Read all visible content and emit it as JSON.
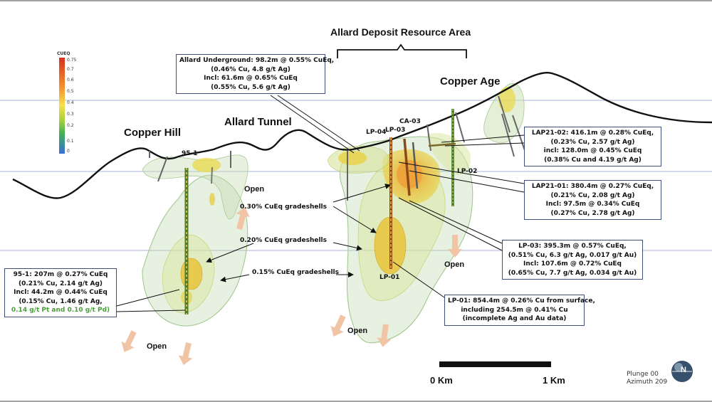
{
  "title": "Allard Deposit Resource Area",
  "places": {
    "copper_hill": "Copper Hill",
    "allard_tunnel": "Allard Tunnel",
    "copper_age": "Copper Age"
  },
  "legend": {
    "title": "CUEQ",
    "ticks": [
      "0.75",
      "0.7",
      "0.6",
      "0.5",
      "0.4",
      "0.3",
      "0.2",
      "0.1",
      "0"
    ]
  },
  "drillholes": {
    "h95_1": "95-1",
    "lp04": "LP-04",
    "lp03": "LP-03",
    "ca03": "CA-03",
    "lp02": "LP-02",
    "lp01": "LP-01"
  },
  "gradeshells": {
    "g030": "0.30% CuEq gradeshells",
    "g020": "0.20% CuEq gradeshells",
    "g015": "0.15% CuEq gradeshells"
  },
  "open_label": "Open",
  "boxes": {
    "allard_ug": [
      "Allard Underground: 98.2m @ 0.55% CuEq,",
      "(0.46% Cu, 4.8 g/t Ag)",
      "Incl: 61.6m @ 0.65% CuEq",
      "(0.55% Cu, 5.6 g/t Ag)"
    ],
    "lap21_02": [
      "LAP21-02: 416.1m @ 0.28% CuEq,",
      "(0.23% Cu, 2.57 g/t Ag)",
      "incl: 128.0m @ 0.45% CuEq",
      "(0.38% Cu and 4.19 g/t Ag)"
    ],
    "lap21_01": [
      "LAP21-01: 380.4m @ 0.27% CuEq,",
      "(0.21% Cu, 2.08 g/t Ag)",
      "Incl: 97.5m @ 0.34% CuEq",
      "(0.27% Cu, 2.78 g/t Ag)"
    ],
    "lp03": [
      "LP-03: 395.3m @ 0.57% CuEq,",
      "(0.51% Cu, 6.3 g/t Ag, 0.017 g/t Au)",
      "Incl: 107.6m @ 0.72% CuEq",
      "(0.65% Cu, 7.7 g/t Ag, 0.034 g/t Au)"
    ],
    "lp01": [
      "LP-01: 854.4m @ 0.26% Cu from surface,",
      "including 254.5m @ 0.41% Cu",
      "(incomplete Ag and Au data)"
    ],
    "h95_1": [
      "95-1: 207m @ 0.27% CuEq",
      "(0.21% Cu, 2.14 g/t Ag)",
      "Incl: 44.2m @ 0.44% CuEq",
      "(0.15% Cu, 1.46 g/t Ag,"
    ],
    "h95_1_green": "0.14 g/t Pt and 0.10 g/t Pd)"
  },
  "scale": {
    "left": "0 Km",
    "right": "1 Km"
  },
  "view": {
    "plunge": "Plunge 00",
    "azimuth": "Azimuth 209"
  },
  "compass_letter": "N"
}
